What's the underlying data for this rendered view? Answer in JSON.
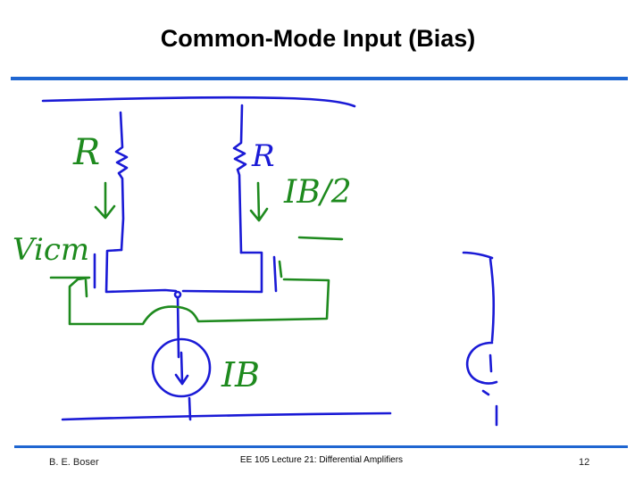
{
  "slide": {
    "title": "Common-Mode Input (Bias)",
    "footer": {
      "author": "B. E. Boser",
      "lecture": "EE 105 Lecture 21: Differential Amplifiers",
      "page_number": "12"
    }
  },
  "annotations": {
    "resistor_left": "R",
    "resistor_right": "R",
    "input_label": "Vicm",
    "branch_current": "IB/2",
    "tail_current": "IB"
  },
  "colors": {
    "rule": "#1f66d1",
    "ink_blue": "#1a1ad6",
    "ink_green": "#1e8a1e"
  }
}
